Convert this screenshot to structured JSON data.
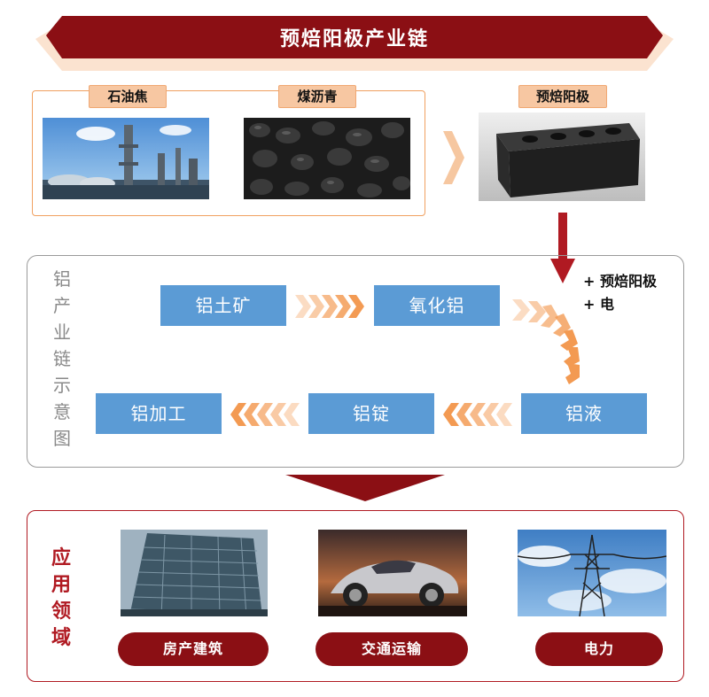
{
  "title": "预焙阳极产业链",
  "raw_materials": [
    {
      "label": "石油焦",
      "image": "refinery"
    },
    {
      "label": "煤沥青",
      "image": "coal-pitch"
    }
  ],
  "product": {
    "label": "预焙阳极",
    "image": "anode-block"
  },
  "inputs": [
    "+ 预焙阳极",
    "+ 电"
  ],
  "chain_label": "铝产业链示意图",
  "chain_steps": [
    "铝土矿",
    "氧化铝",
    "铝液",
    "铝锭",
    "铝加工"
  ],
  "applications_label": "应用领域",
  "applications": [
    {
      "label": "房产建筑",
      "image": "building"
    },
    {
      "label": "交通运输",
      "image": "car"
    },
    {
      "label": "电力",
      "image": "power-tower"
    }
  ],
  "colors": {
    "brand_red": "#8b0f14",
    "accent_orange": "#f0a060",
    "step_blue": "#5b9bd5",
    "chevron_orange": "#f39a52"
  }
}
